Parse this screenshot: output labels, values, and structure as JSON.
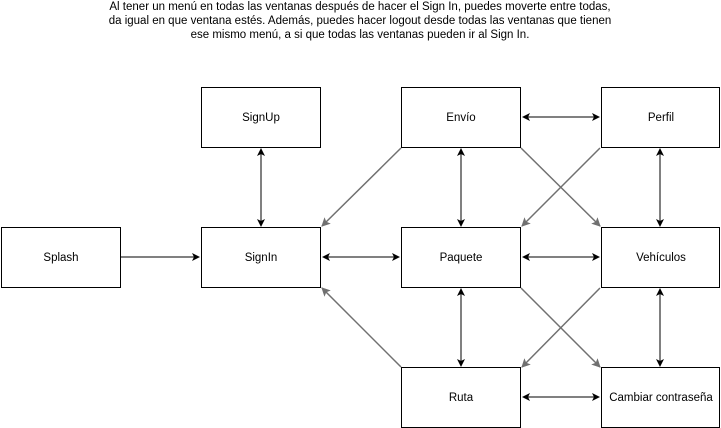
{
  "note": {
    "lines": [
      "Al tener un menú en todas las ventanas después de hacer el Sign In, puedes moverte entre todas,",
      "da igual en que ventana estés. Además, puedes hacer logout desde todas las ventanas que tienen",
      "ese mismo menú, a si que todas las ventanas pueden ir al Sign In."
    ]
  },
  "nodes": {
    "splash": "Splash",
    "signup": "SignUp",
    "signin": "SignIn",
    "envio": "Envío",
    "paquete": "Paquete",
    "ruta": "Ruta",
    "perfil": "Perfil",
    "vehiculos": "Vehículos",
    "cambiar": "Cambiar contraseña"
  },
  "edges": [
    {
      "from": "splash",
      "to": "signin",
      "type": "one-way"
    },
    {
      "from": "signup",
      "to": "signin",
      "type": "two-way"
    },
    {
      "from": "signin",
      "to": "paquete",
      "type": "two-way"
    },
    {
      "from": "envio",
      "to": "signin",
      "type": "one-way"
    },
    {
      "from": "ruta",
      "to": "signin",
      "type": "one-way"
    },
    {
      "from": "envio",
      "to": "paquete",
      "type": "two-way"
    },
    {
      "from": "paquete",
      "to": "ruta",
      "type": "two-way"
    },
    {
      "from": "envio",
      "to": "perfil",
      "type": "two-way"
    },
    {
      "from": "paquete",
      "to": "vehiculos",
      "type": "two-way"
    },
    {
      "from": "ruta",
      "to": "cambiar",
      "type": "two-way"
    },
    {
      "from": "perfil",
      "to": "vehiculos",
      "type": "two-way"
    },
    {
      "from": "vehiculos",
      "to": "cambiar",
      "type": "two-way"
    },
    {
      "from": "envio",
      "to": "vehiculos",
      "type": "one-way"
    },
    {
      "from": "perfil",
      "to": "paquete",
      "type": "one-way"
    },
    {
      "from": "paquete",
      "to": "cambiar",
      "type": "one-way"
    },
    {
      "from": "vehiculos",
      "to": "ruta",
      "type": "one-way"
    }
  ]
}
